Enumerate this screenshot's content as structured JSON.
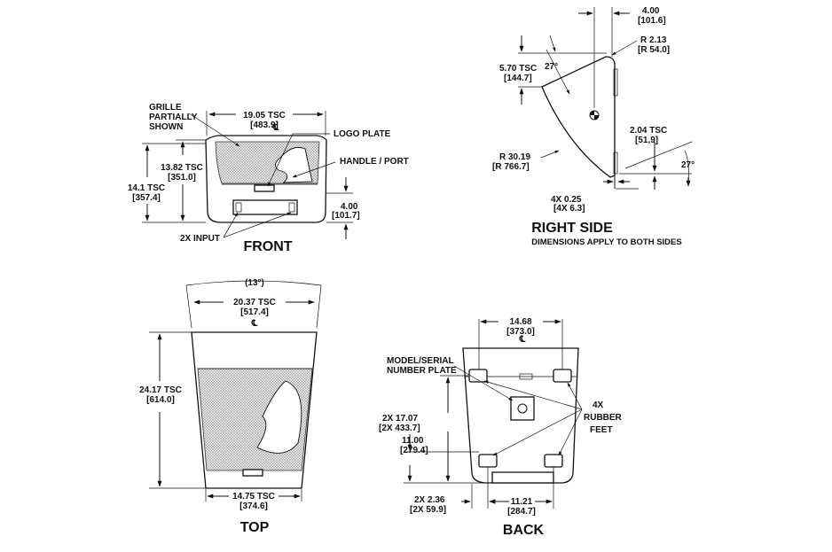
{
  "front": {
    "title": "FRONT",
    "grille_label_1": "GRILLE",
    "grille_label_2": "PARTIALLY",
    "grille_label_3": "SHOWN",
    "width": "19.05 TSC",
    "width_mm": "[483.9]",
    "logo_plate": "LOGO PLATE",
    "handle_port": "HANDLE / PORT",
    "height_inner": "13.82 TSC",
    "height_inner_mm": "[351.0]",
    "height_outer": "14.1 TSC",
    "height_outer_mm": "[357.4]",
    "base_height": "4.00",
    "base_height_mm": "[101.7]",
    "input": "2X INPUT"
  },
  "right_side": {
    "title": "RIGHT SIDE",
    "note": "DIMENSIONS APPLY TO BOTH SIDES",
    "depth_top": "4.00",
    "depth_top_mm": "[101.6]",
    "radius_small": "R 2.13",
    "radius_small_mm": "[R 54.0]",
    "height_a": "5.70 TSC",
    "height_a_mm": "[144.7]",
    "angle_top": "27°",
    "height_b": "2.04 TSC",
    "height_b_mm": "[51,9]",
    "angle_right": "27°",
    "radius_large": "R 30.19",
    "radius_large_mm": "[R 766.7]",
    "foot": "4X 0.25",
    "foot_mm": "[4X 6.3]"
  },
  "top": {
    "title": "TOP",
    "angle": "(13°)",
    "width_front": "20.37 TSC",
    "width_front_mm": "[517.4]",
    "depth": "24.17 TSC",
    "depth_mm": "[614.0]",
    "width_rear": "14.75 TSC",
    "width_rear_mm": "[374.6]"
  },
  "back": {
    "title": "BACK",
    "top_spacing": "14.68",
    "top_spacing_mm": "[373.0]",
    "model_plate_1": "MODEL/SERIAL",
    "model_plate_2": "NUMBER PLATE",
    "feet_count": "4X",
    "feet_1": "RUBBER",
    "feet_2": "FEET",
    "height_1": "2X 17.07",
    "height_1_mm": "[2X 433.7]",
    "height_2": "11.00",
    "height_2_mm": "[279.4]",
    "bottom_offset": "2X 2.36",
    "bottom_offset_mm": "[2X 59.9]",
    "bottom_spacing": "11.21",
    "bottom_spacing_mm": "[284.7]"
  }
}
